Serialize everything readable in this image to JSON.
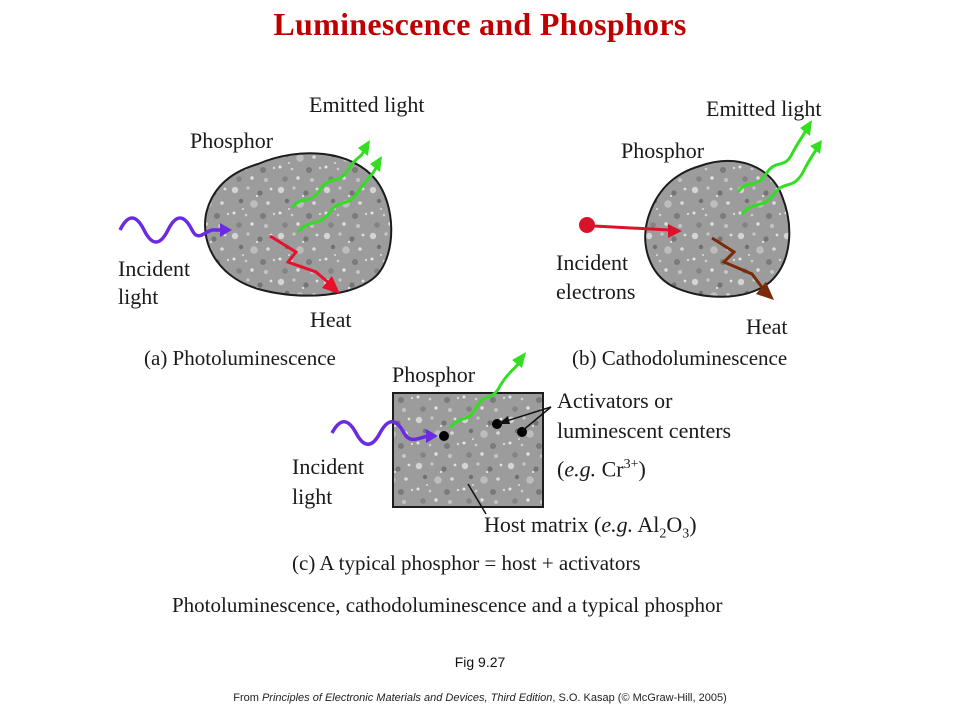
{
  "title": "Luminescence and Phosphors",
  "panel_a": {
    "emitted": "Emitted light",
    "phosphor": "Phosphor",
    "incident_1": "Incident",
    "incident_2": "light",
    "heat": "Heat",
    "caption": "(a) Photoluminescence"
  },
  "panel_b": {
    "emitted": "Emitted light",
    "phosphor": "Phosphor",
    "incident_1": "Incident",
    "incident_2": "electrons",
    "heat": "Heat",
    "caption": "(b) Cathodoluminescence"
  },
  "panel_c": {
    "phosphor": "Phosphor",
    "activators_1": "Activators or",
    "activators_2": "luminescent centers",
    "activators_3_prefix": "(",
    "activators_3_eg": "e.g.",
    "activators_3_ion": " Cr",
    "activators_3_sup": "3+",
    "activators_3_suffix": ")",
    "incident_1": "Incident",
    "incident_2": "light",
    "host_prefix": "Host matrix (",
    "host_eg": "e.g.",
    "host_formula_a": " Al",
    "host_sub_a": "2",
    "host_formula_b": "O",
    "host_sub_b": "3",
    "host_suffix": ")",
    "caption": "(c) A typical phosphor = host + activators"
  },
  "figure_caption": "Photoluminescence, cathodoluminescence and a typical phosphor",
  "fig_number": "Fig 9.27",
  "credit": {
    "prefix": "From ",
    "book": "Principles of Electronic Materials and Devices, Third Edition",
    "suffix": ", S.O. Kasap (© McGraw-Hill, 2005)"
  },
  "colors": {
    "title": "#c00000",
    "emitted_light": "#33dd22",
    "incident_light": "#6a2be2",
    "heat_a": "#e8102a",
    "heat_b": "#7a2a08",
    "electron": "#d9142a",
    "phosphor_fill": "#9a9a9a"
  }
}
